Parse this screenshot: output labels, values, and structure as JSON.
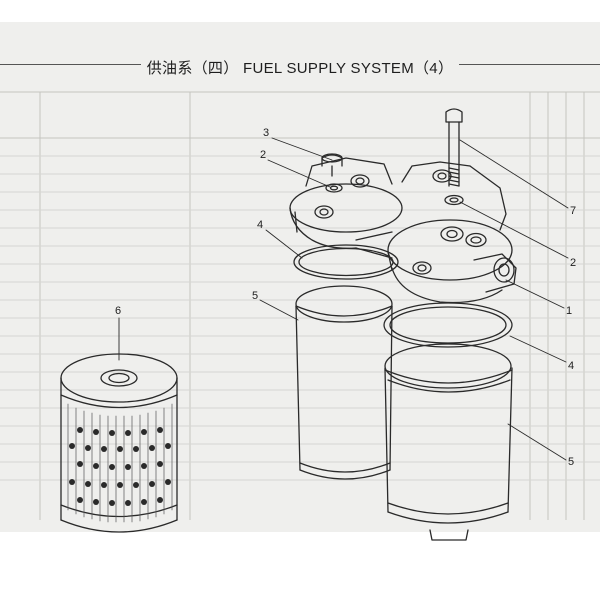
{
  "page": {
    "title": "供油系（四） FUEL SUPPLY SYSTEM（4）"
  },
  "callouts": {
    "c1": "1",
    "c2_left": "2",
    "c2_right": "2",
    "c3": "3",
    "c4_left": "4",
    "c4_right": "4",
    "c5_left": "5",
    "c5_right": "5",
    "c6": "6",
    "c7": "7"
  },
  "colors": {
    "paper": "#efefed",
    "ink": "#2a2a2a",
    "faint": "#b8b8b4"
  }
}
